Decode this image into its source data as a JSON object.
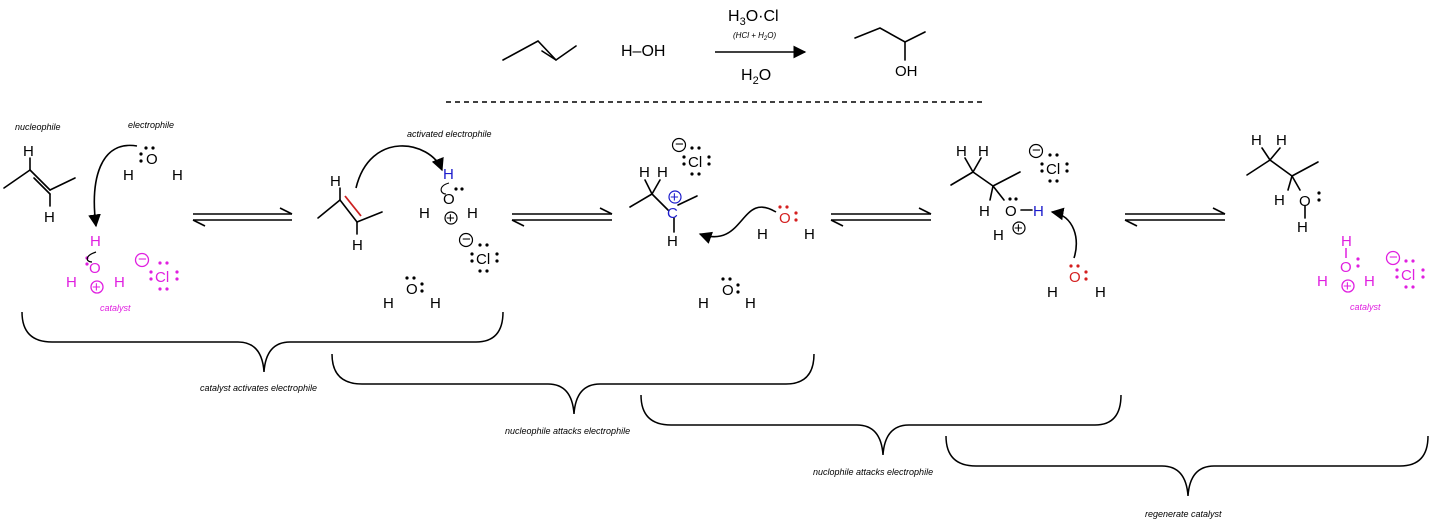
{
  "colors": {
    "black": "#000000",
    "magenta": "#e020e0",
    "blue": "#1c1ccc",
    "red": "#d42020",
    "bond_red": "#cc2020"
  },
  "overall": {
    "water": "H–OH",
    "reagent_formula": "H3O·Cl",
    "reagent_note": "(HCl + H2O)",
    "solvent": "H2O",
    "product_oh": "OH"
  },
  "atoms": {
    "H": "H",
    "O": "O",
    "Cl": "Cl",
    "C": "C"
  },
  "charges": {
    "plus": "+",
    "minus": "−"
  },
  "labels": {
    "nucleophile": "nucleophile",
    "electrophile": "electrophile",
    "activated_electrophile": "activated electrophile",
    "catalyst_left": "catalyst",
    "catalyst_right": "catalyst"
  },
  "braces": [
    "catalyst activates electrophile",
    "nucleophile attacks electrophile",
    "nuclophile attacks electrophile",
    "regenerate catalyst"
  ]
}
